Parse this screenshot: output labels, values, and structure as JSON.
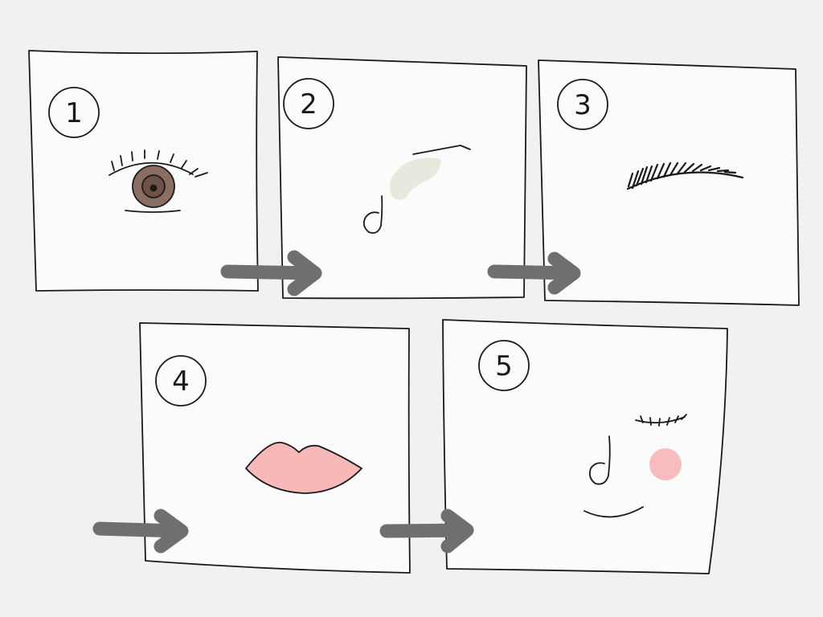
{
  "panels": [
    {
      "number": "1",
      "content": "eye-with-lashes"
    },
    {
      "number": "2",
      "content": "nose-and-brow-highlight"
    },
    {
      "number": "3",
      "content": "eyebrow"
    },
    {
      "number": "4",
      "content": "lips"
    },
    {
      "number": "5",
      "content": "face-closed-eye-blush-smile"
    }
  ],
  "arrows": [
    {
      "from": "1",
      "to": "2"
    },
    {
      "from": "2",
      "to": "3"
    },
    {
      "from": "3",
      "to": "4"
    },
    {
      "from": "4",
      "to": "5"
    }
  ],
  "colors": {
    "background": "#f1f1f1",
    "panel": "#fbfbfb",
    "ink": "#1a1a1a",
    "arrow": "#6f6f6f",
    "iris_outer": "#8b6e62",
    "iris_inner": "#6d5248",
    "highlight": "#e9e8df",
    "lips": "#f7b8b8",
    "blush": "#f7bcbd"
  }
}
